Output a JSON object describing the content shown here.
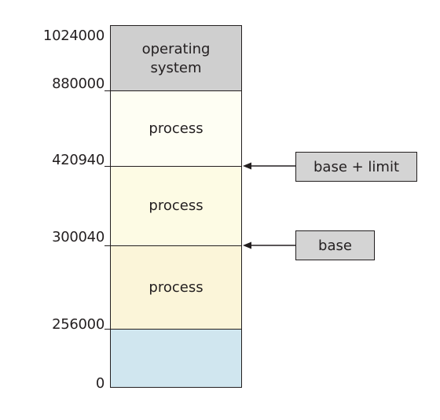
{
  "memory": {
    "addresses": [
      "1024000",
      "880000",
      "420940",
      "300040",
      "256000",
      "0"
    ],
    "regions": {
      "os": "operating\nsystem",
      "process_1": "process",
      "process_2": "process",
      "process_3": "process",
      "free": ""
    }
  },
  "registers": {
    "limit_label": "base + limit",
    "base_label": "base"
  }
}
